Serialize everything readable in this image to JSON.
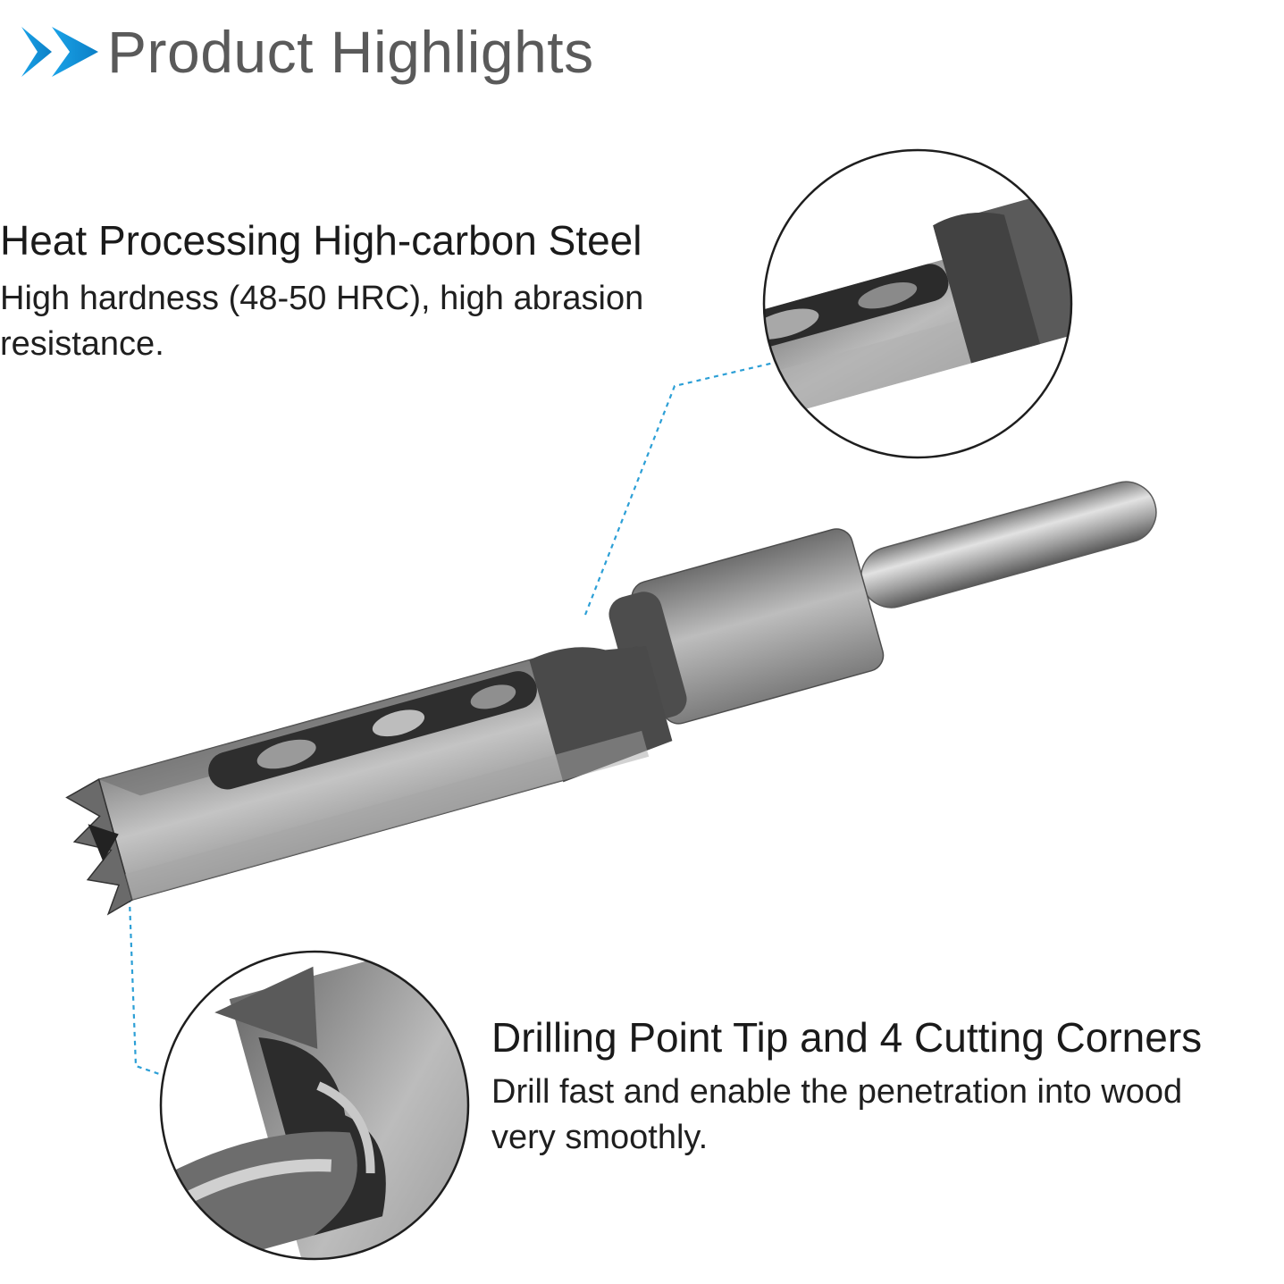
{
  "header": {
    "title": "Product Highlights",
    "accent_color": "#1e9be0",
    "icon": "double-chevron-right-icon"
  },
  "features": [
    {
      "title": "Heat Processing High-carbon Steel",
      "description_lines": [
        "High hardness (48-50 HRC), high abrasion",
        "resistance."
      ]
    },
    {
      "title": "Drilling Point Tip and 4 Cutting Corners",
      "description_lines": [
        "Drill fast and enable the penetration into wood",
        "very smoothly."
      ]
    }
  ],
  "colors": {
    "steel_light": "#c9c9c9",
    "steel_mid": "#8a8a8a",
    "steel_dark": "#3a3a3a",
    "leader_line": "#2c9fd6"
  }
}
